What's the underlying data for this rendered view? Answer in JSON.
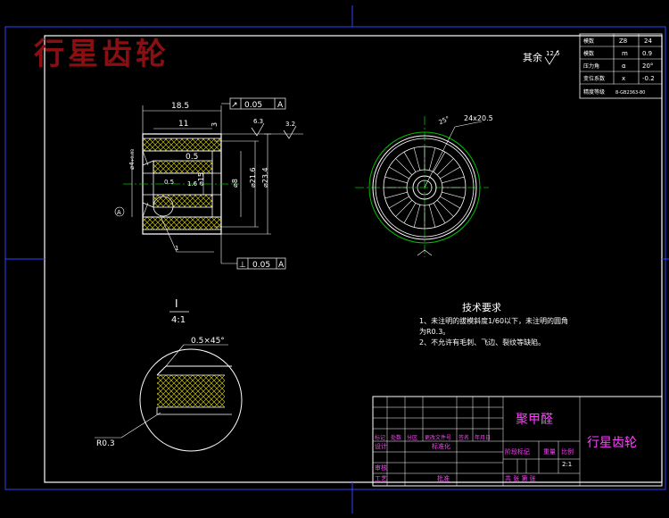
{
  "watermark_title": "行星齿轮",
  "roughness_note": {
    "label": "其余",
    "value": "12.5"
  },
  "dimensions": {
    "len_total": "18.5",
    "len_inner": "11",
    "chamfer_top": "3",
    "dia_outer_shaft": "⌀4₊₀.₀₃",
    "dia_8": "⌀8",
    "dia_15": "⌀15",
    "dia_216": "⌀21.6",
    "dia_234": "⌀23.4",
    "groove_05": "0.5",
    "groove_05b": "0.5",
    "sym_16": "1.6",
    "rough_63": "6.3",
    "rough_32": "3.2",
    "tol_top": {
      "sym": "↗",
      "val": "0.05",
      "ref": "A"
    },
    "tol_bottom": {
      "sym": "⊥",
      "val": "0.05",
      "ref": "A"
    },
    "datum_a": "A",
    "detail_ref": "I",
    "section_mark": "1"
  },
  "gear_view": {
    "angle": "25°",
    "spec": "24x20.5"
  },
  "detail": {
    "label": "I",
    "scale": "4:1",
    "chamfer": "0.5×45°",
    "radius": "R0.3"
  },
  "tech_requirements": {
    "title": "技术要求",
    "line1": "1、未注明的拔模斜度1/60以下，未注明的圆角",
    "line2": "为R0.3。",
    "line3": "2、不允许有毛刺、飞边、裂纹等缺陷。"
  },
  "gear_table": {
    "rows": [
      [
        "模数",
        "Z8",
        "24"
      ],
      [
        "模数",
        "m",
        "0.9"
      ],
      [
        "压力角",
        "α",
        "20°"
      ],
      [
        "变位系数",
        "x",
        "-0.2"
      ],
      [
        "精度等级",
        "8-GB2363-80",
        ""
      ]
    ]
  },
  "title_block": {
    "material": "聚甲醛",
    "part_name": "行星齿轮",
    "row_labels": [
      "标记",
      "处数",
      "分区",
      "更改文件号",
      "签名",
      "年月日"
    ],
    "design": "设计",
    "standardize": "标准化",
    "stage_mark": "阶段标记",
    "weight": "重量",
    "scale": "比例",
    "scale_val": "2:1",
    "review": "审核",
    "process": "工艺",
    "approve": "批准",
    "sheets": "共 张  第 张"
  },
  "colors": {
    "white": "#ffffff",
    "green": "#00c000",
    "yellow": "#e8e000",
    "magenta": "#ff00ff",
    "red": "#ff2020",
    "blue": "#2030ff",
    "cyan": "#00d8ff",
    "frame_blue": "#3040ff"
  }
}
